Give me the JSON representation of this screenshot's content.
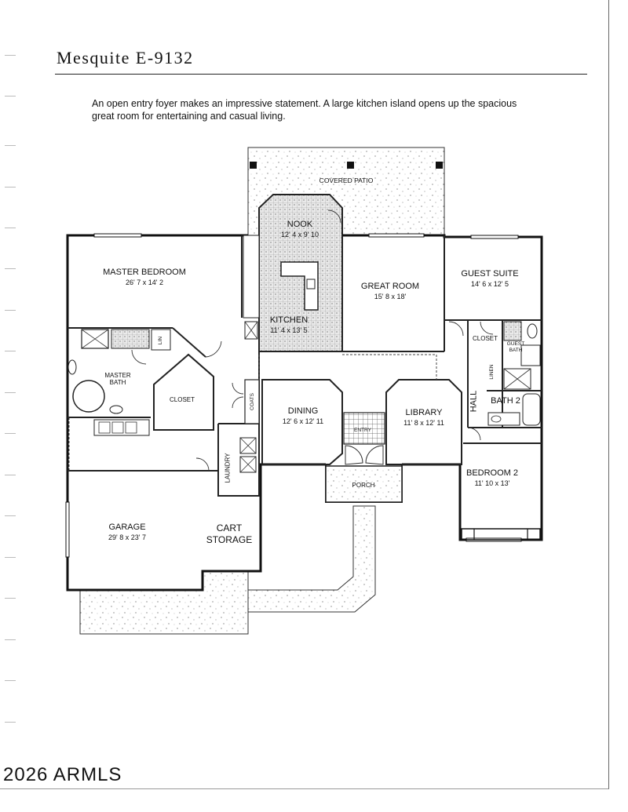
{
  "header": {
    "title": "Mesquite E-9132",
    "description": "An open entry foyer makes an impressive statement.  A large kitchen island opens up the spacious great room for entertaining and casual living."
  },
  "rooms": {
    "covered_patio": {
      "name": "COVERED PATIO"
    },
    "nook": {
      "name": "NOOK",
      "dims": "12' 4 x 9' 10"
    },
    "master_bedroom": {
      "name": "MASTER BEDROOM",
      "dims": "26' 7 x 14' 2"
    },
    "kitchen": {
      "name": "KITCHEN",
      "dims": "11' 4 x 13' 5"
    },
    "great_room": {
      "name": "GREAT ROOM",
      "dims": "15' 8 x 18'"
    },
    "guest_suite": {
      "name": "GUEST SUITE",
      "dims": "14' 6 x 12' 5"
    },
    "closet_guest": {
      "name": "CLOSET"
    },
    "guest_bath": {
      "name": "GUEST BATH"
    },
    "linen_master": {
      "name": "LIN"
    },
    "linen_hall": {
      "name": "LINEN"
    },
    "master_bath": {
      "name": "MASTER BATH"
    },
    "closet_master": {
      "name": "CLOSET"
    },
    "coats": {
      "name": "COATS"
    },
    "dining": {
      "name": "DINING",
      "dims": "12' 6 x 12' 11"
    },
    "entry": {
      "name": "ENTRY"
    },
    "library": {
      "name": "LIBRARY",
      "dims": "11' 8 x 12' 11"
    },
    "hall": {
      "name": "HALL"
    },
    "bath2": {
      "name": "BATH 2"
    },
    "laundry": {
      "name": "LAUNDRY"
    },
    "porch": {
      "name": "PORCH"
    },
    "bedroom2": {
      "name": "BEDROOM 2",
      "dims": "11' 10 x 13'"
    },
    "garage": {
      "name": "GARAGE",
      "dims": "29' 8 x 23' 7"
    },
    "cart_storage": {
      "name": "CART STORAGE"
    }
  },
  "footer": {
    "copyright": "2026 ARMLS"
  }
}
